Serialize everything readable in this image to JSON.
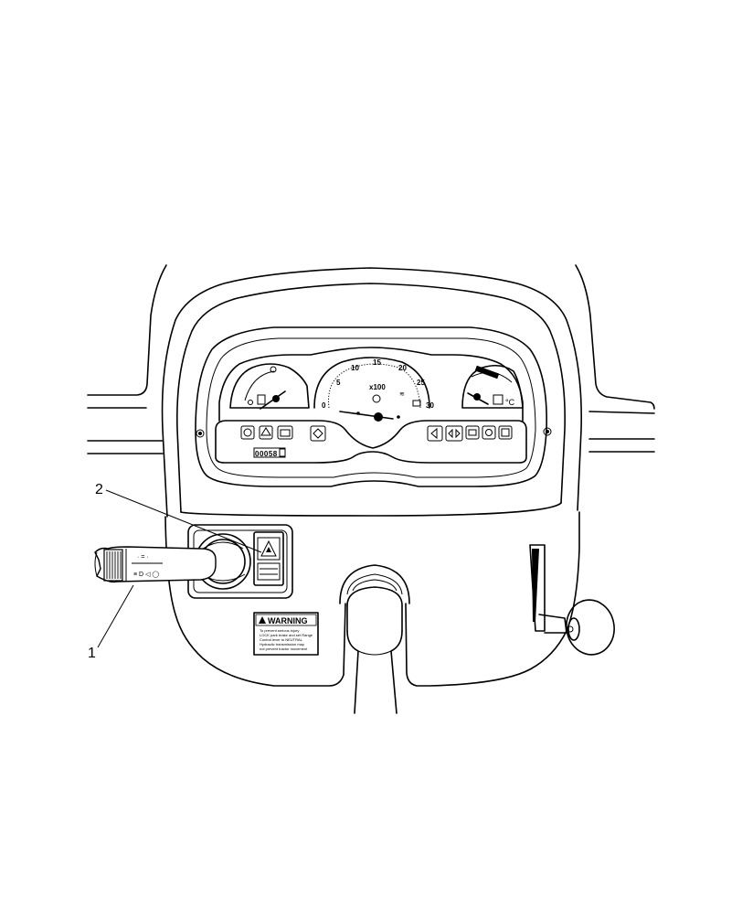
{
  "callouts": [
    {
      "number": "1",
      "target": "multifunction-lever"
    },
    {
      "number": "2",
      "target": "hazard-warning-switch"
    }
  ],
  "tachometer": {
    "scale_labels": [
      "0",
      "5",
      "10",
      "15",
      "20",
      "25",
      "30"
    ],
    "multiplier": "x100",
    "hour_meter": "00058"
  },
  "warning_decal": {
    "heading": "WARNING",
    "body_lines": [
      "To prevent serious injury",
      "LOCK park brake and set Range",
      "Control lever to NEUTRAL",
      "Hydraulic transmission may",
      "not prevent tractor movement"
    ]
  }
}
